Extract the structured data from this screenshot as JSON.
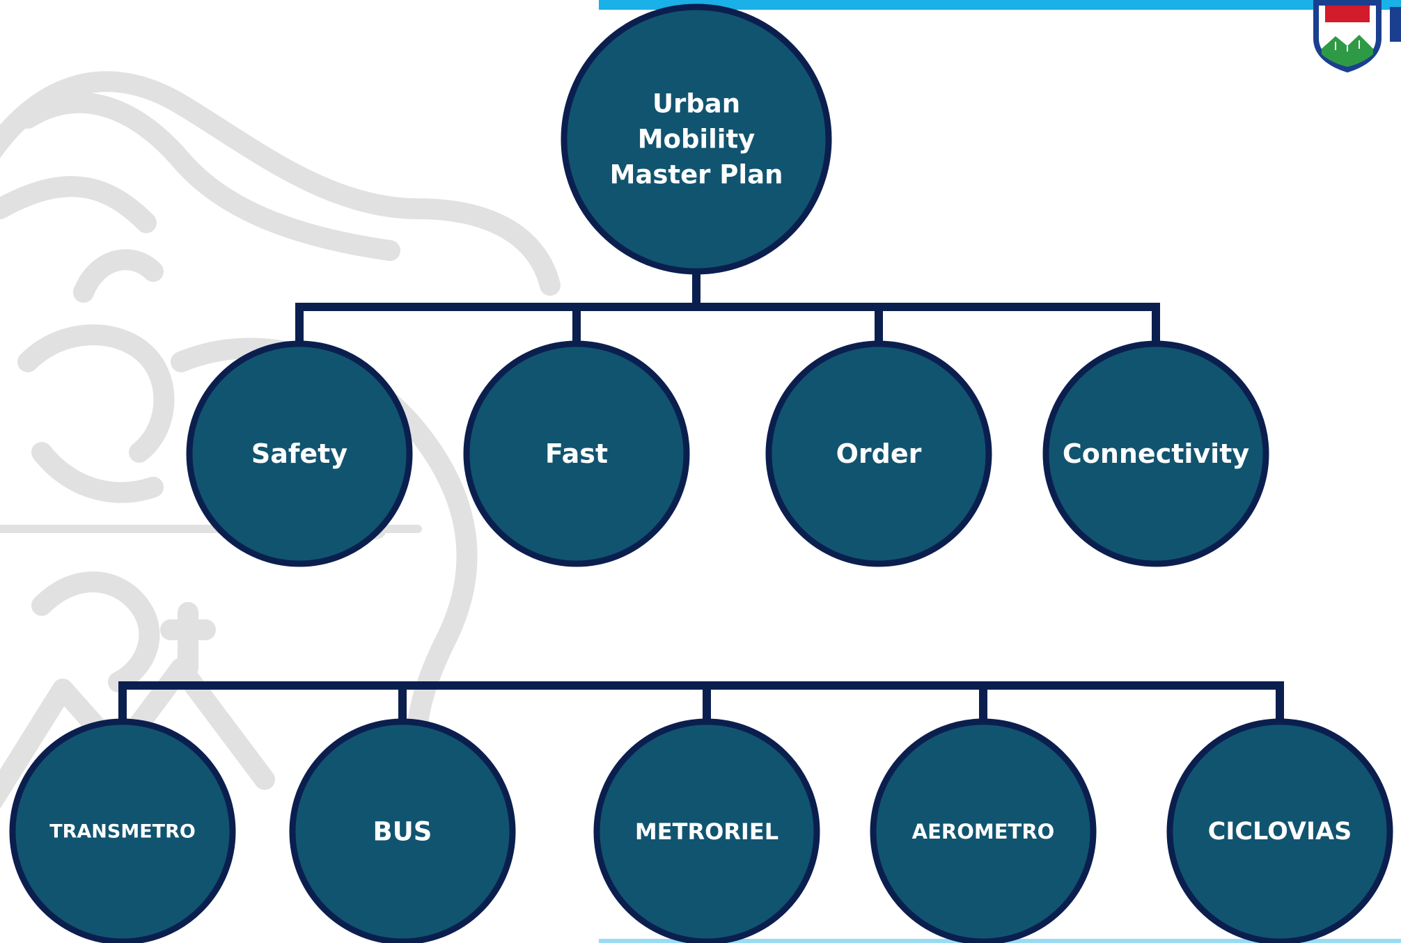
{
  "diagram": {
    "root": {
      "label_lines": [
        "Urban",
        "Mobility",
        "Master Plan"
      ]
    },
    "principles": [
      {
        "label": "Safety"
      },
      {
        "label": "Fast"
      },
      {
        "label": "Order"
      },
      {
        "label": "Connectivity"
      }
    ],
    "systems": [
      {
        "label": "TRANSMETRO"
      },
      {
        "label": "BUS"
      },
      {
        "label": "METRORIEL"
      },
      {
        "label": "AEROMETRO"
      },
      {
        "label": "CICLOVIAS"
      }
    ]
  },
  "colors": {
    "node_fill": "#115470",
    "node_stroke": "#0b1f4f",
    "connector": "#0b1f4f",
    "header_bar": "#1ab0e8",
    "bottom_bar": "#1ab0e8",
    "watermark": "#c4c4c4",
    "logo_shield": "#1b3f8f",
    "logo_red": "#d21b2b",
    "logo_green": "#2f9a46"
  }
}
